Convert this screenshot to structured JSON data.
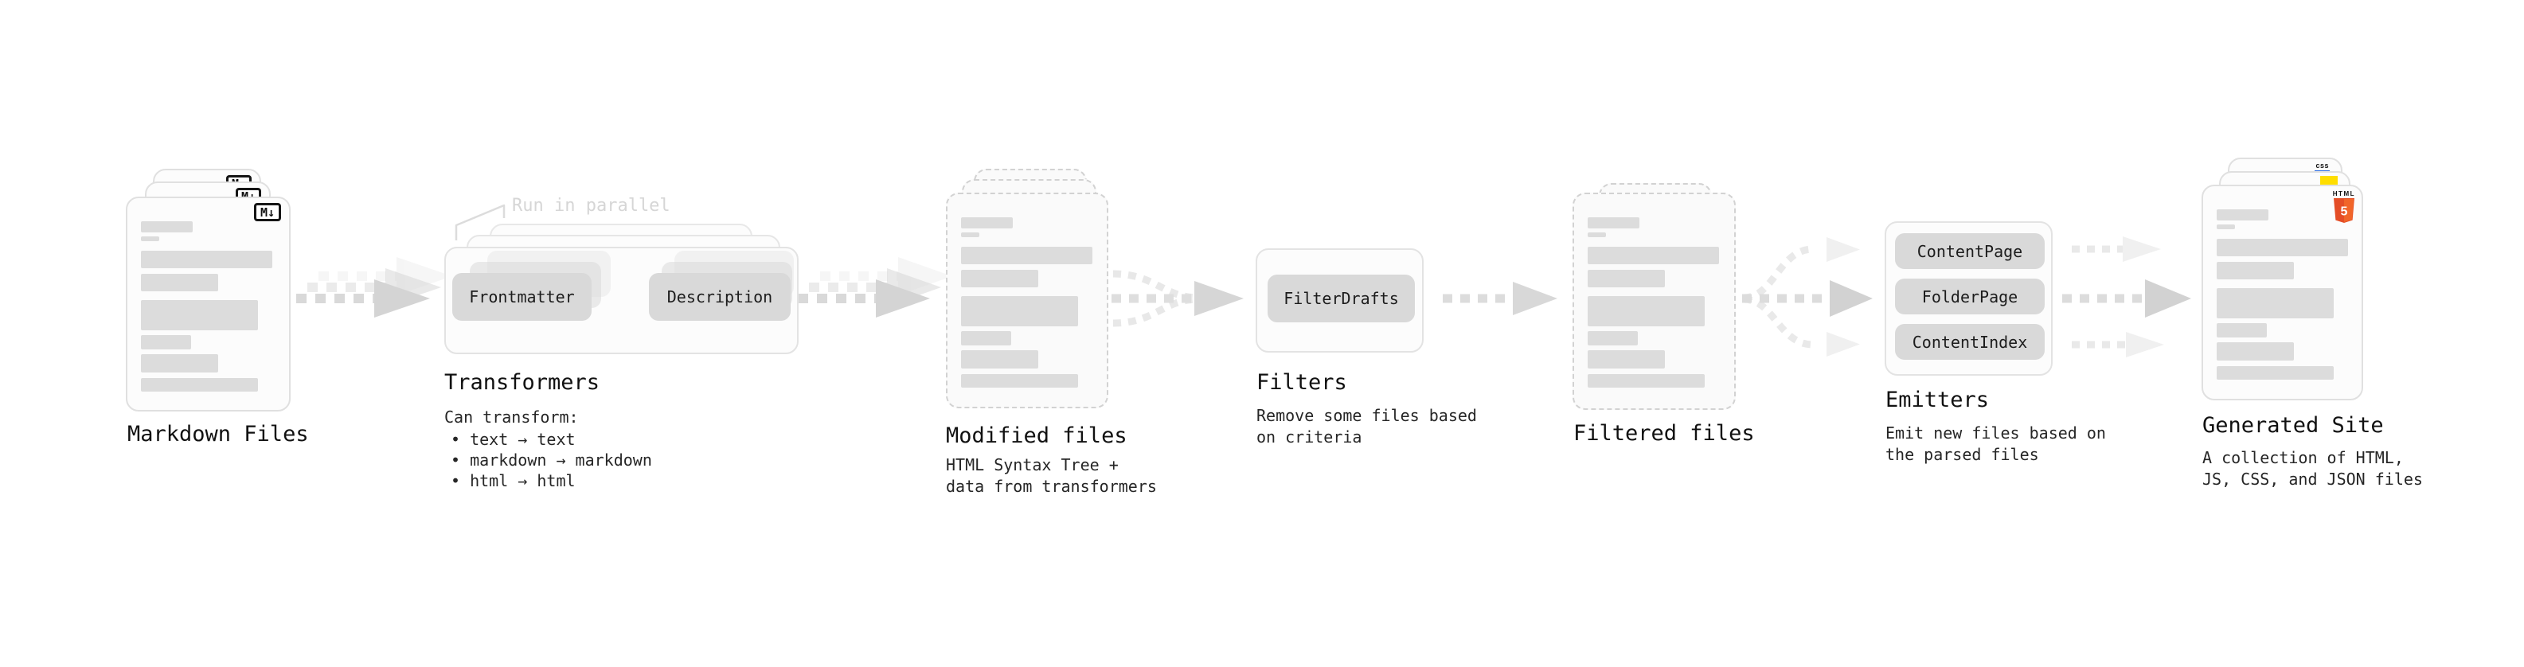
{
  "stages": {
    "markdown": {
      "label": "Markdown Files",
      "badge": "M↓"
    },
    "transformers": {
      "label": "Transformers",
      "note": "Run in parallel",
      "pill_left": "Frontmatter",
      "pill_right": "Description",
      "sub": "Can transform:",
      "bullets": [
        "• text → text",
        "• markdown → markdown",
        "• html → html"
      ]
    },
    "modified": {
      "label": "Modified files",
      "sub1": "HTML Syntax Tree +",
      "sub2": "data from transformers"
    },
    "filters": {
      "label": "Filters",
      "pill": "FilterDrafts",
      "sub1": "Remove some files based",
      "sub2": "on criteria"
    },
    "filtered": {
      "label": "Filtered files"
    },
    "emitters": {
      "label": "Emitters",
      "pills": [
        "ContentPage",
        "FolderPage",
        "ContentIndex"
      ],
      "sub1": "Emit new files based on",
      "sub2": "the parsed files"
    },
    "generated": {
      "label": "Generated Site",
      "sub1": "A collection of HTML,",
      "sub2": "JS, CSS, and JSON files",
      "html5_caption": "HTML",
      "html5_numeral": "5",
      "css_badge": "css"
    }
  },
  "colors": {
    "html5_shield_left": "#E44D26",
    "html5_shield_right": "#F16529",
    "js_badge_yellow": "#FFDE00",
    "css_underline_blue": "#2F6FE4",
    "pill_gray": "#D9D9D9",
    "arrow_gray": "#DCDCDC",
    "outline_gray": "#E0E0E0",
    "note_gray": "#D6D6D6"
  }
}
